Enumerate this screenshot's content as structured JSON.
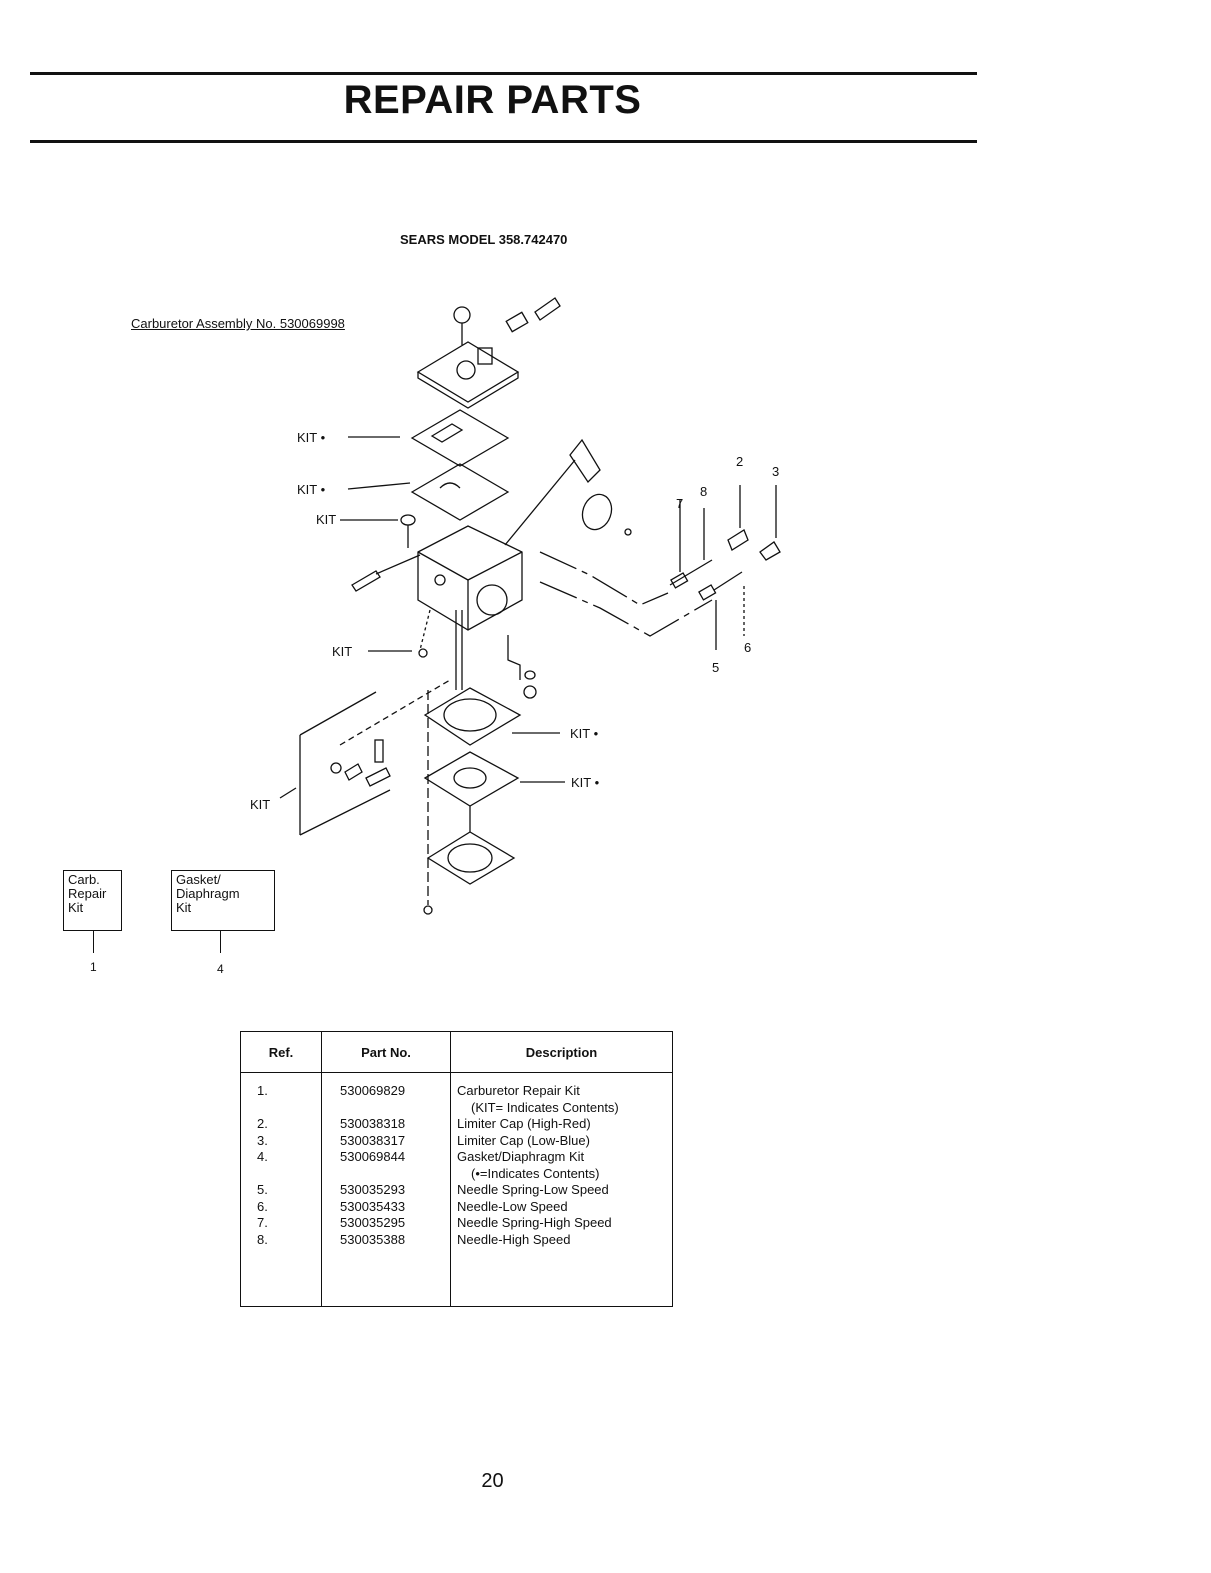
{
  "header": {
    "title": "REPAIR PARTS"
  },
  "model": "SEARS MODEL 358.742470",
  "assembly": "Carburetor Assembly No. 530069998",
  "diagram": {
    "kit_label": "KIT",
    "kit_dot_label": "KIT •",
    "callouts": [
      "1",
      "2",
      "3",
      "4",
      "5",
      "6",
      "7",
      "8"
    ]
  },
  "kit_boxes": {
    "carb": {
      "lines": [
        "Carb.",
        "Repair",
        "Kit"
      ],
      "ref": "1"
    },
    "gasket": {
      "lines": [
        "Gasket/",
        "Diaphragm",
        "Kit"
      ],
      "ref": "4"
    }
  },
  "table": {
    "headers": [
      "Ref.",
      "Part No.",
      "Description"
    ],
    "rows": [
      {
        "ref": "1.",
        "part": "530069829",
        "desc": "Carburetor Repair Kit",
        "note": "(KIT= Indicates Contents)"
      },
      {
        "ref": "2.",
        "part": "530038318",
        "desc": "Limiter Cap (High-Red)"
      },
      {
        "ref": "3.",
        "part": "530038317",
        "desc": "Limiter Cap (Low-Blue)"
      },
      {
        "ref": "4.",
        "part": "530069844",
        "desc": "Gasket/Diaphragm Kit",
        "note": "(•=Indicates Contents)"
      },
      {
        "ref": "5.",
        "part": "530035293",
        "desc": "Needle Spring-Low Speed"
      },
      {
        "ref": "6.",
        "part": "530035433",
        "desc": "Needle-Low Speed"
      },
      {
        "ref": "7.",
        "part": "530035295",
        "desc": "Needle Spring-High Speed"
      },
      {
        "ref": "8.",
        "part": "530035388",
        "desc": "Needle-High Speed"
      }
    ]
  },
  "page_number": "20"
}
